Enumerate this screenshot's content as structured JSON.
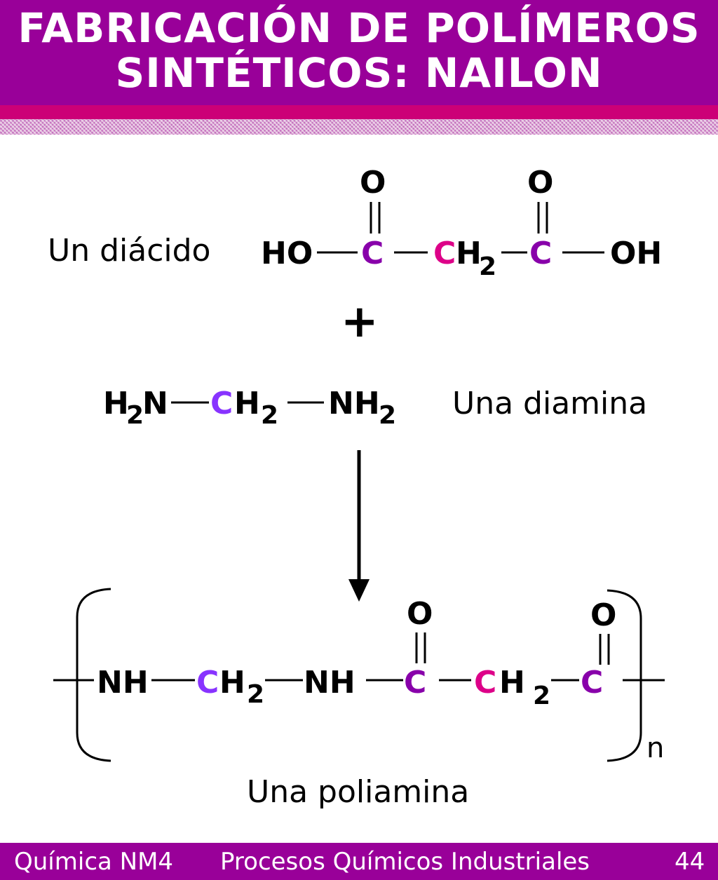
{
  "header": {
    "title_line1": "FABRICACIÓN DE POLÍMEROS",
    "title_line2": "SINTÉTICOS: NAILON"
  },
  "labels": {
    "diacid": "Un diácido",
    "diamine": "Una diamina",
    "polyamide": "Una poliamina"
  },
  "diacid": {
    "ho": "HO",
    "c1": "C",
    "ch2_c": "C",
    "ch2_h": "H",
    "ch2_sub": "2",
    "c2": "C",
    "oh": "OH",
    "o1": "O",
    "o2": "O"
  },
  "plus": "+",
  "diamine": {
    "h2n_h": "H",
    "h2n_sub": "2",
    "h2n_n": "N",
    "c": "C",
    "h": "H",
    "sub": "2",
    "nh2_nh": "NH",
    "nh2_sub": "2"
  },
  "polymer": {
    "nh1": "NH",
    "c1": "C",
    "h1": "H",
    "sub1": "2",
    "nh2": "NH",
    "c2": "C",
    "c3": "C",
    "h3": "H",
    "sub3": "2",
    "c4": "C",
    "o1": "O",
    "o2": "O",
    "n": "n"
  },
  "footer": {
    "subject": "Química NM4",
    "topic": "Procesos Químicos Industriales",
    "page": "44"
  },
  "colors": {
    "header_bg": "#990099",
    "pink": "#cc0077",
    "carbon_purple": "#8800aa",
    "carbon_pink": "#dd0088",
    "carbon_violet": "#8833ff"
  }
}
